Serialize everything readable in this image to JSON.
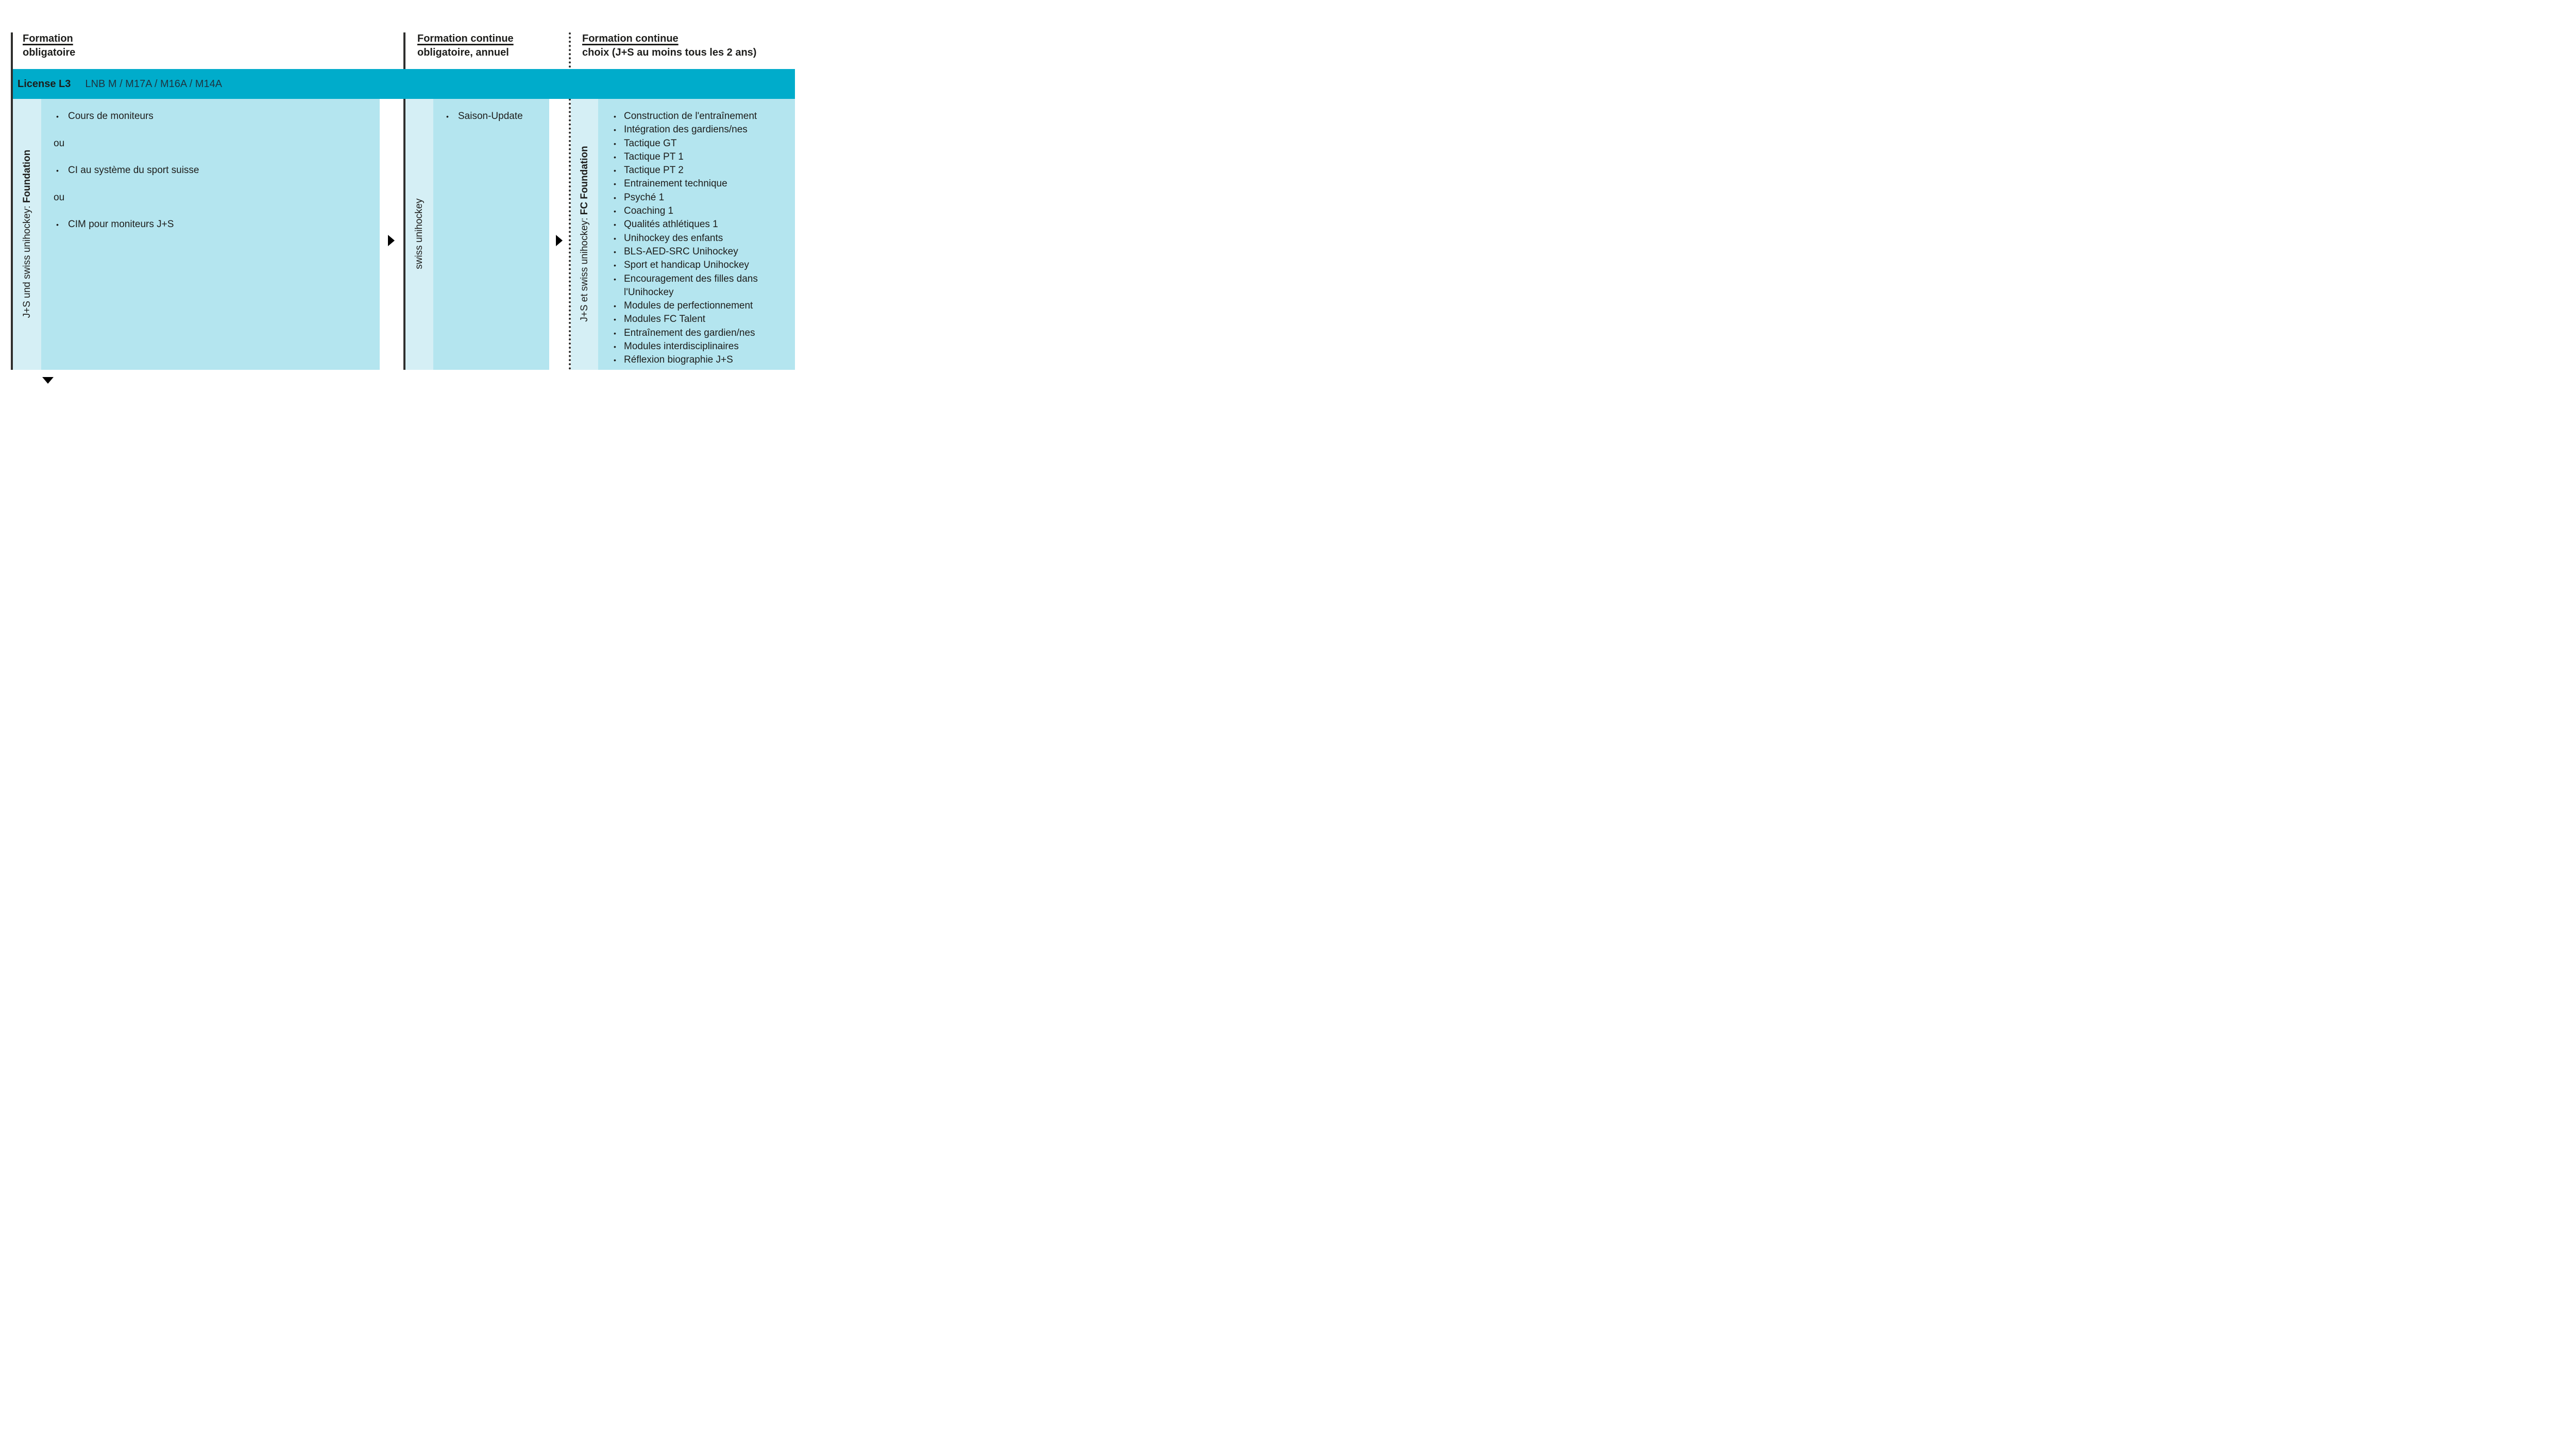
{
  "colors": {
    "accent_teal": "#00ACCB",
    "panel_blue": "#B4E5EF",
    "strip_blue": "#D5EFF5",
    "line_black": "#2F2F2E",
    "text_dark": "#1D1D1B",
    "league_text": "#1E3440"
  },
  "headers": {
    "col1_line1": "Formation",
    "col1_line2": "obligatoire",
    "col2_line1": "Formation continue",
    "col2_line2": "obligatoire, annuel",
    "col3_line1": "Formation continue",
    "col3_line2": "choix (J+S au moins tous les 2 ans)"
  },
  "license_bar": {
    "title": "License L3",
    "leagues": "LNB M / M17A / M16A / M14A"
  },
  "left_column": {
    "side_label_prefix": "J+S und swiss unihockey: ",
    "side_label_bold": "Foundation",
    "rows": [
      "Cours de moniteurs",
      "ou",
      "CI au système du sport suisse",
      "ou",
      "CIM pour moniteurs J+S"
    ]
  },
  "middle_column": {
    "side_label": "swiss unihockey",
    "rows": [
      "Saison-Update"
    ]
  },
  "right_column": {
    "side_label_prefix": "J+S et swiss unihockey: ",
    "side_label_bold": "FC Foundation",
    "rows": [
      "Construction de l'entraînement",
      "Intégration des gardiens/nes",
      "Tactique GT",
      "Tactique PT 1",
      "Tactique PT 2",
      "Entrainement technique",
      "Psyché 1",
      "Coaching 1",
      "Qualités athlétiques 1",
      "Unihockey des enfants",
      "BLS-AED-SRC Unihockey",
      "Sport et handicap Unihockey",
      "Encouragement des filles dans l'Unihockey",
      "Modules de perfectionnement",
      "Modules FC Talent",
      "Entraînement des gardien/nes",
      "Modules interdisciplinaires",
      "Réflexion biographie J+S"
    ]
  },
  "icons": {
    "flow_arrow_1": "right-triangle",
    "flow_arrow_2": "right-triangle",
    "more_below": "down-triangle"
  }
}
